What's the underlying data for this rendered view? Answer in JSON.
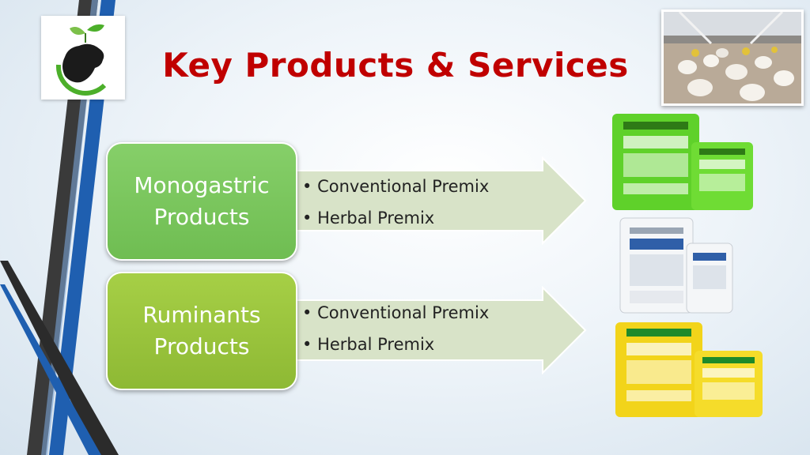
{
  "title": "Key Products & Services",
  "logo": {
    "icon": "cow-leaf-logo-icon"
  },
  "images": {
    "top_right": "poultry-farm-photo",
    "product_bags": [
      "cholherb-bag-image",
      "feedbind-bag-image",
      "goldmin-bag-image"
    ]
  },
  "colors": {
    "title": "#c00000",
    "monogastric_box": "#76c35a",
    "ruminants_box": "#98c23b",
    "arrow_fill": "#d8e3c8"
  },
  "categories": [
    {
      "label": "Monogastric\nProducts",
      "bullets": [
        "Conventional Premix",
        "Herbal Premix"
      ]
    },
    {
      "label": "Ruminants\nProducts",
      "bullets": [
        "Conventional Premix",
        "Herbal Premix"
      ]
    }
  ]
}
